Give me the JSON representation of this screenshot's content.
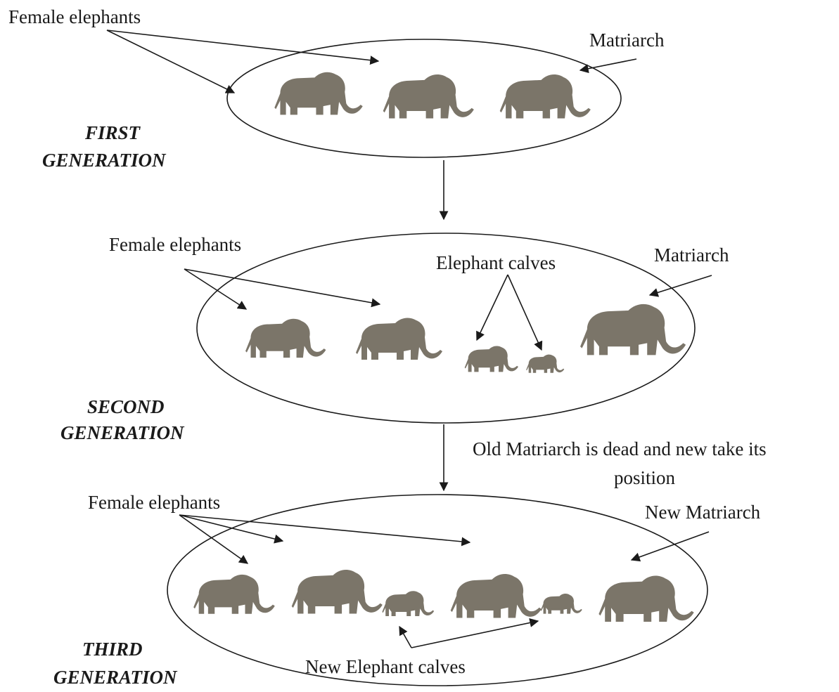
{
  "colors": {
    "elephant": "#7b7569",
    "line": "#1a1a1a",
    "background": "#ffffff"
  },
  "icon": "elephant-icon",
  "generations": {
    "first": {
      "title_line1": "FIRST",
      "title_line2": "GENERATION",
      "female_label": "Female elephants",
      "matriarch_label": "Matriarch"
    },
    "second": {
      "title_line1": "SECOND",
      "title_line2": "GENERATION",
      "female_label": "Female elephants",
      "calves_label": "Elephant calves",
      "matriarch_label": "Matriarch"
    },
    "third": {
      "title_line1": "THIRD",
      "title_line2": "GENERATION",
      "female_label": "Female elephants",
      "matriarch_label": "New Matriarch",
      "calves_label": "New Elephant calves"
    }
  },
  "transition_note_line1": "Old Matriarch is dead and new take its",
  "transition_note_line2": "position"
}
